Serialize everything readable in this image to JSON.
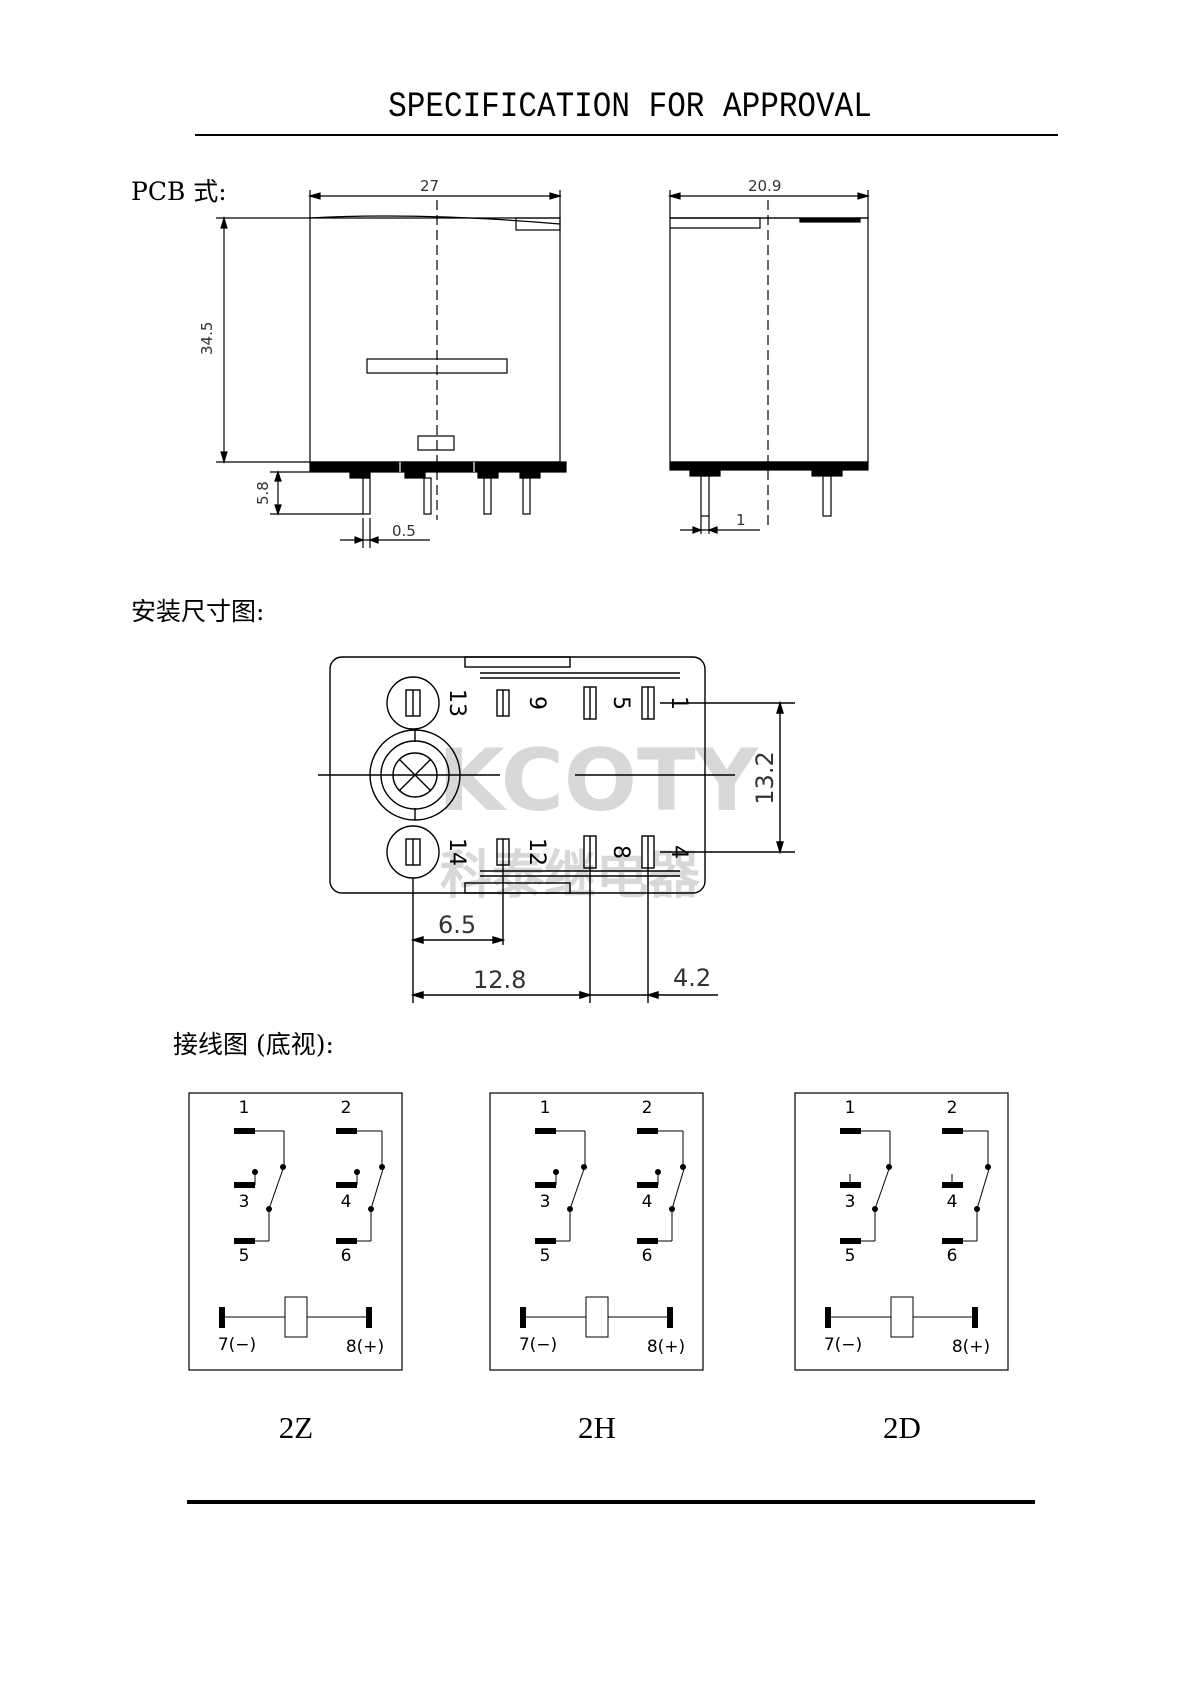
{
  "header": {
    "title": "SPECIFICATION FOR APPROVAL"
  },
  "pcb": {
    "label": "PCB 式:",
    "front": {
      "width": "27",
      "height": "34.5",
      "pin_length": "5.8",
      "pin_thickness": "0.5"
    },
    "side": {
      "depth": "20.9",
      "pin_offset": "1"
    }
  },
  "mounting": {
    "label": "安装尺寸图:",
    "pins_top": [
      "13",
      "9",
      "5",
      "1"
    ],
    "pins_bottom": [
      "14",
      "12",
      "8",
      "4"
    ],
    "dims": {
      "row_pitch": "13.2",
      "d1": "6.5",
      "d2": "12.8",
      "d3": "4.2"
    },
    "watermark": {
      "brand": "KCOTY",
      "cn": "科泰继电器"
    }
  },
  "wiring": {
    "label": "接线图 (底视):",
    "pins": {
      "p1": "1",
      "p2": "2",
      "p3": "3",
      "p4": "4",
      "p5": "5",
      "p6": "6",
      "coil_neg": "7(−)",
      "coil_pos": "8(+)"
    },
    "variants": [
      {
        "name": "2Z"
      },
      {
        "name": "2H"
      },
      {
        "name": "2D"
      }
    ]
  }
}
